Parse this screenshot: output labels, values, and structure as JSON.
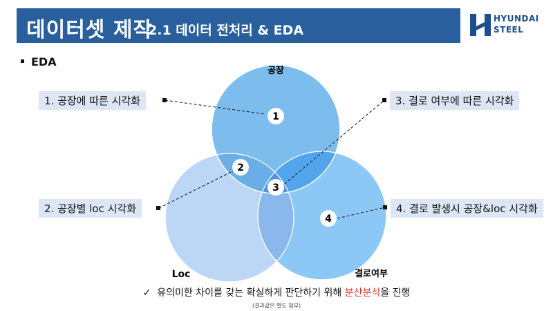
{
  "header": {
    "title": "데이터셋 제작",
    "subtitle": "2.1 데이터 전처리 & EDA",
    "logo_line1": "HYUNDAI",
    "logo_line2": "STEEL"
  },
  "section_title": "EDA",
  "venn": {
    "circle_labels": {
      "top": "공장",
      "left": "Loc",
      "right": "결로여부"
    },
    "markers": [
      "1",
      "2",
      "3",
      "4"
    ]
  },
  "callouts": [
    "1. 공장에 따른 시각화",
    "3. 결로 여부에 따른 시각화",
    "2. 공장별 loc 시각화",
    "4. 결로 발생시 공장&loc 시각화"
  ],
  "footer": {
    "check": "✓",
    "text_before": "유의미한 차이를 갖는 확실하게 판단하기 위해 ",
    "highlight": "분산분석",
    "text_after": "을 진행",
    "note": "(결과값은 별도 첨부)"
  },
  "colors": {
    "banner": "#2a5f9e",
    "circle_top": "#4aa3e6",
    "circle_left": "#bcd6f5",
    "circle_right": "#8cc8f5",
    "highlight": "#e53935"
  }
}
